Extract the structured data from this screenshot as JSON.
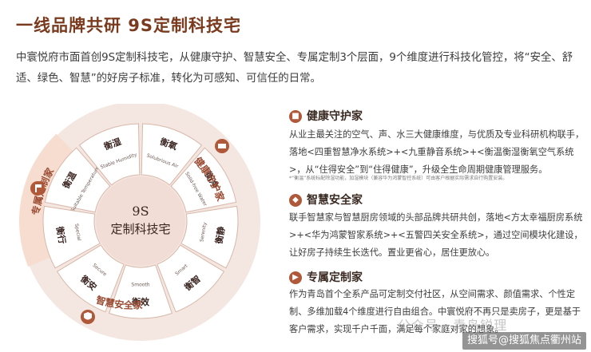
{
  "title": "一线品牌共研 9S定制科技宅",
  "intro": "中寰悦府市面首创9S定制科技宅，从健康守护、智慧安全、专属定制3个层面，9个维度进行科技化管控，将“安全、舒适、绿色、智慧”的好房子标准，转化为可感知、可信任的日常。",
  "wheel": {
    "center_top": "9S",
    "center_bottom": "定制科技宅",
    "ring_labels": {
      "health": "健康守护家",
      "custom": "专属定制家",
      "smart": "智慧安全家"
    },
    "segments": [
      {
        "cn": "衡温",
        "en": "Suitable Temperature"
      },
      {
        "cn": "衡湿",
        "en": "Stable Humidity"
      },
      {
        "cn": "衡氧",
        "en": "Solubrious Air"
      },
      {
        "cn": "衡净",
        "en": "Solid-free Water"
      },
      {
        "cn": "衡静",
        "en": "Serenity"
      },
      {
        "cn": "衡智",
        "en": "Smart"
      },
      {
        "cn": "衡效",
        "en": "Smooth"
      },
      {
        "cn": "衡安",
        "en": "Secure"
      },
      {
        "cn": "衡行",
        "en": "Special"
      }
    ],
    "colors": {
      "outer_ring": "#f4e6e0",
      "ring_text": "#9a4b32",
      "segment_fill": "#ffffff",
      "segment_stroke": "#d8b8aa",
      "center_fill": "#f1ddd5",
      "center_text": "#3a2420",
      "highlight_fill": "#f7ddd0",
      "badge": "#b0593a"
    }
  },
  "sections": [
    {
      "icon": "house-heart-icon",
      "title": "健康守护家",
      "body": "从业主最关注的空气、声、水三大健康维度，与优质及专业科研机构联手，落地<四重智慧净水系统>+<九重静音系统>+<衡温衡湿衡氧空气系统>，从“住得安全”到“住得健康”，升级全生命周期健康管理服务。",
      "note": "*“衡温”系统标配除湿功能，加湿模块（兼容华为鸿蒙智控系统）可由客户根据实际需求自行购置安装。"
    },
    {
      "icon": "shield-icon",
      "title": "智慧安全家",
      "body": "联手智慧家与智慧厨房领域的头部品牌共研共创，落地<方太幸福厨房系统>+<华为鸿蒙智家系统>+<五警四关安全系统>，通过空间模块化建设，让好房子持续生长迭代。置业更省心，居住更放心。",
      "note": ""
    },
    {
      "icon": "flag-icon",
      "title": "专属定制家",
      "body": "作为青岛首个全系产品可定制交付社区，从空间需求、颜值需求、个性定制、多维加载4个维度进行自由组合。中寰悦府不再只是卖房子，更是基于客户需求，实现千户千面，满足每个家庭对家的想象。",
      "note": ""
    }
  ],
  "watermarks": {
    "left": "公众号 · 青岛锐理",
    "right": "搜狐号@搜狐焦点衢州站"
  }
}
